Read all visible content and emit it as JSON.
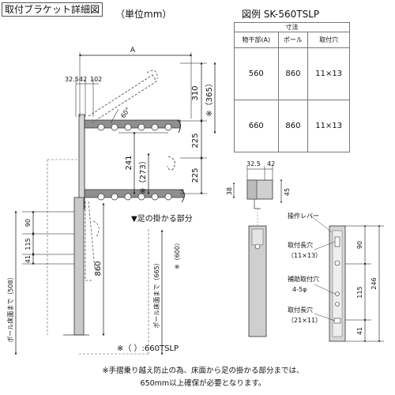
{
  "header": {
    "title": "取付ブラケット詳細図",
    "unit": "（単位mm）",
    "example": "図例 SK-560TSLP"
  },
  "spec_table": {
    "title": "寸法",
    "columns": [
      "物干部(A)",
      "ポール",
      "取付穴"
    ],
    "rows": [
      {
        "a": "560",
        "pole": "860",
        "hole": "11×13"
      },
      {
        "a": "660",
        "pole": "860",
        "hole": "11×13"
      }
    ]
  },
  "main_diagram": {
    "label_a": "A",
    "dim_325": "32.5",
    "dim_42": "42",
    "dim_102": "102",
    "angle_label": "60°",
    "dim_310": "310",
    "dim_365": "※（365）",
    "dim_225_upper": "225",
    "dim_241": "241",
    "dim_273": "※（273）",
    "dim_225_lower": "225",
    "foot_hook_label": "▼足の掛かる部分",
    "dim_90": "90",
    "dim_115": "115",
    "dim_41": "41",
    "dim_860": "860",
    "pole_floor_left": "ポール床面まで（508）",
    "pole_floor_right": "ポール床面まで（665）",
    "note_600": "※（600）",
    "model_note": "※（ ）:660TSLP"
  },
  "detail_diagram": {
    "dim_325": "32.5",
    "dim_42": "42",
    "dim_38": "38",
    "dim_45": "45",
    "lever_label": "操作レバー",
    "hole_long_label": "取付長穴",
    "hole_long_size": "（11×13）",
    "aux_hole_label": "補助取付穴",
    "aux_hole_size": "4-5φ",
    "hole_long2_label": "取付長穴",
    "hole_long2_size": "（21×11）",
    "dim_90": "90",
    "dim_115": "115",
    "dim_41": "41",
    "dim_246": "246"
  },
  "footer": {
    "note_line1": "※手摺乗り越え防止の為、床面から足の掛かる部分までは、",
    "note_line2": "650mm以上確保が必要となります。"
  }
}
